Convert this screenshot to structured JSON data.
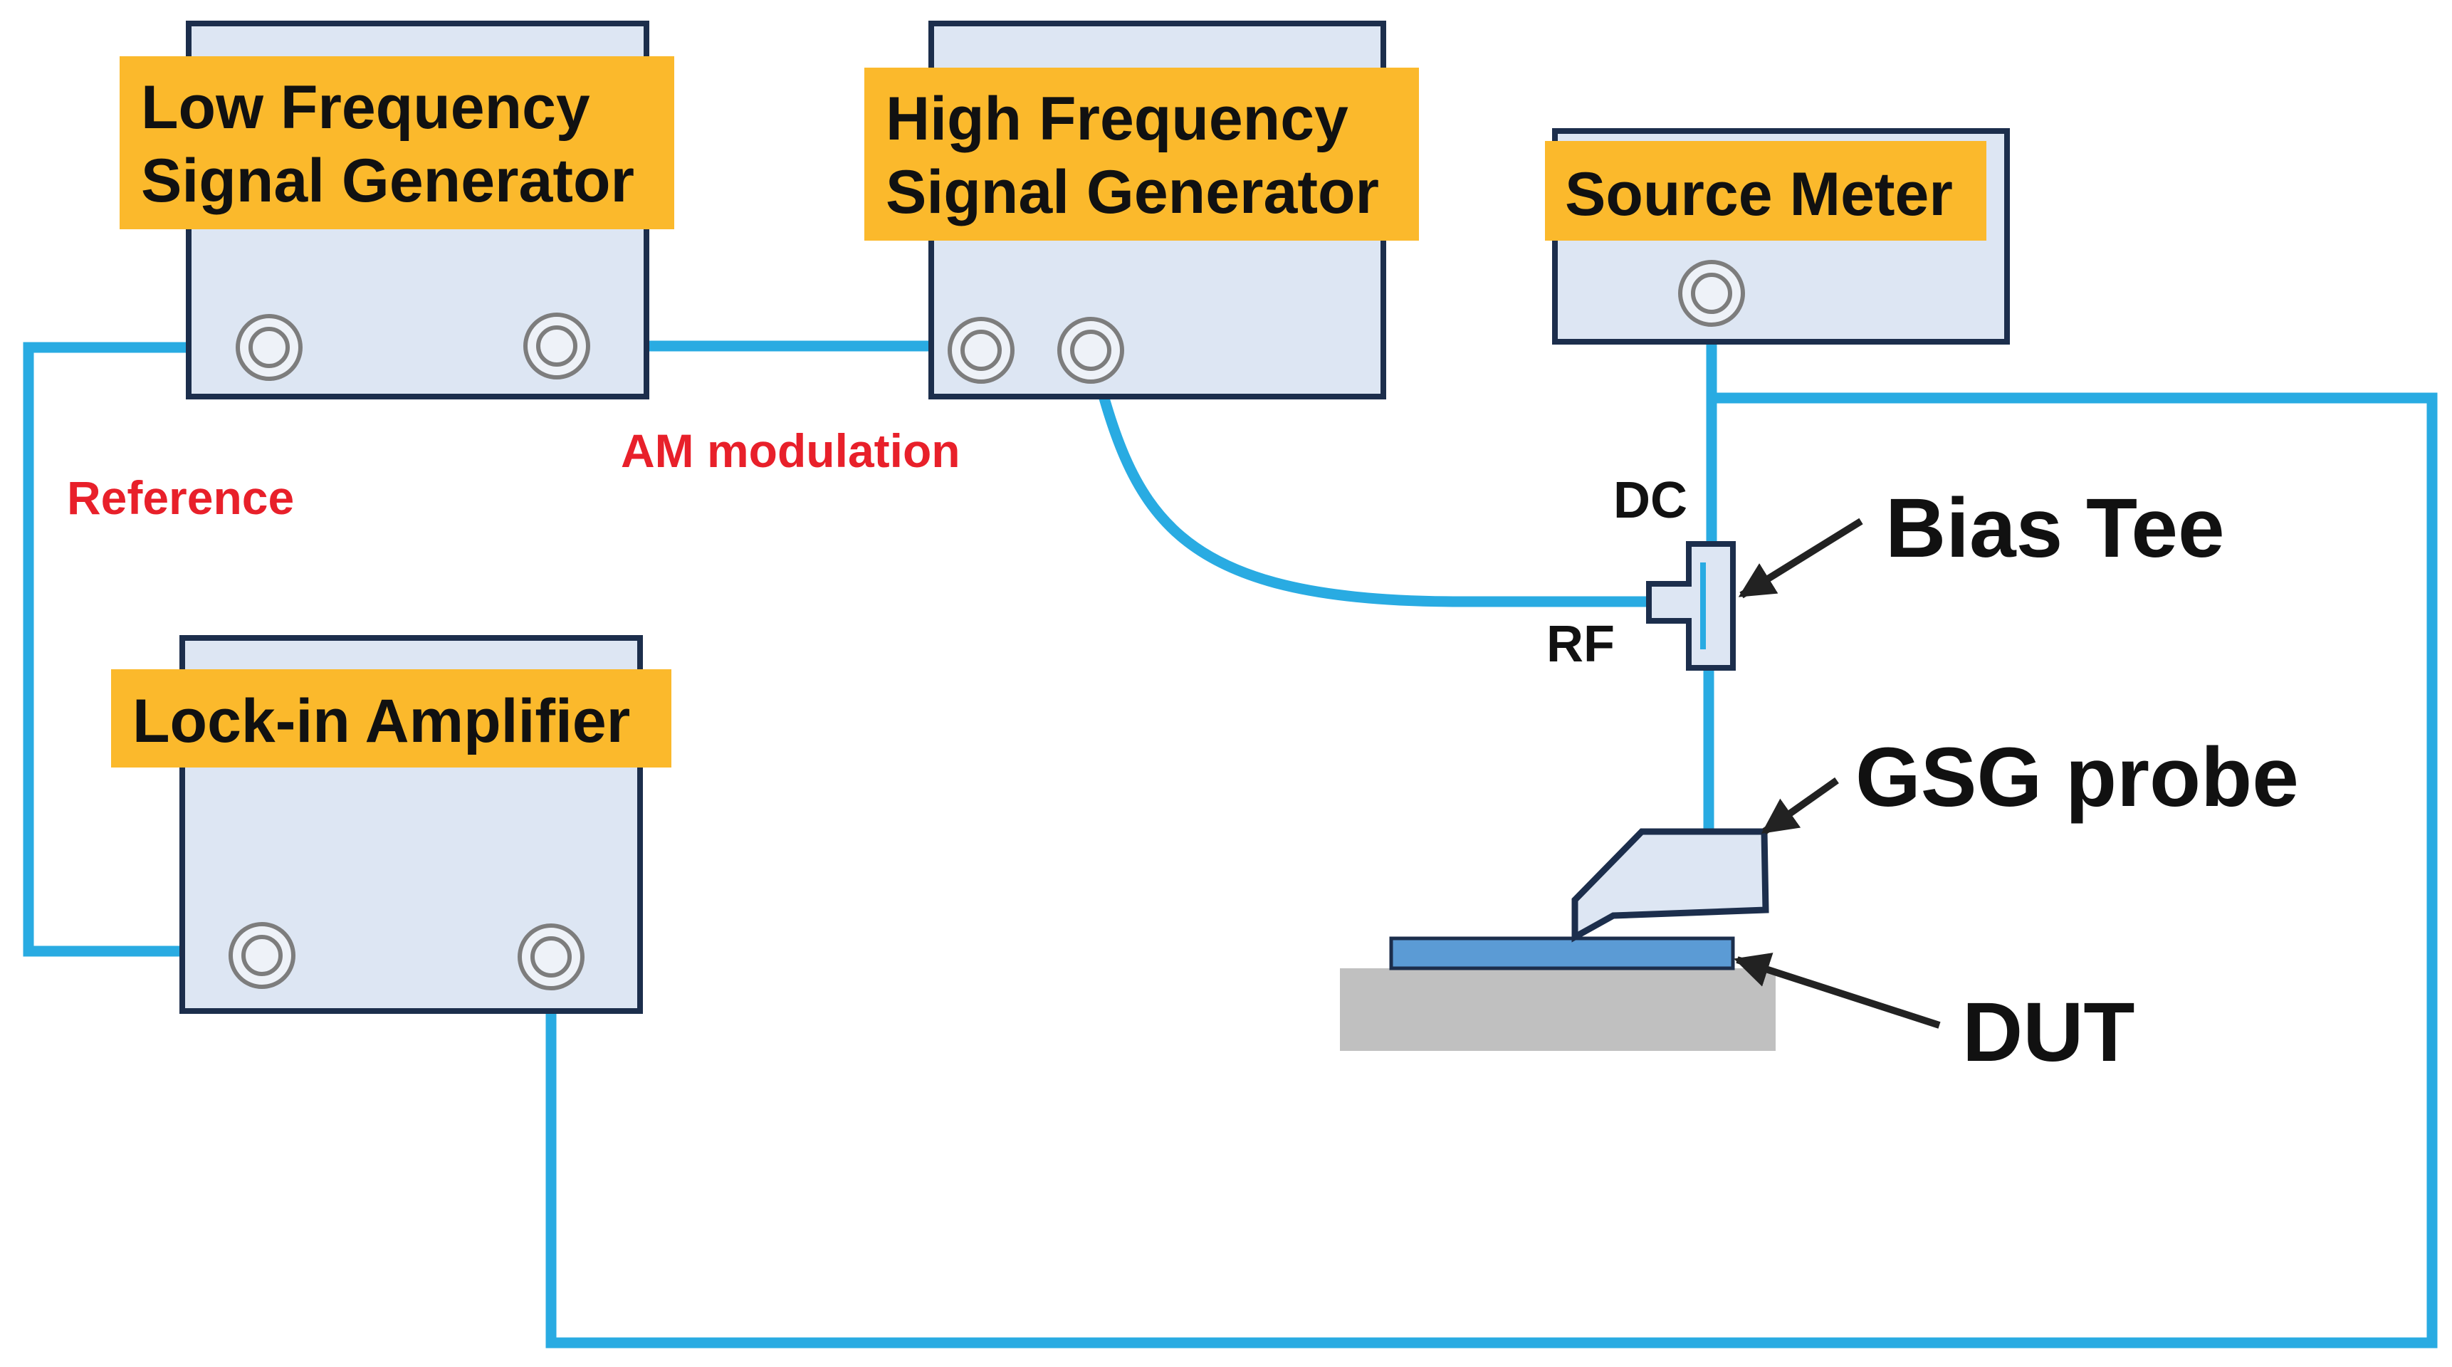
{
  "instruments": {
    "low_freq_gen": {
      "line1": "Low Frequency",
      "line2": "Signal Generator"
    },
    "high_freq_gen": {
      "line1": "High Frequency",
      "line2": "Signal Generator"
    },
    "source_meter": {
      "label": "Source Meter"
    },
    "lockin_amp": {
      "label": "Lock-in Amplifier"
    }
  },
  "signals": {
    "reference": "Reference",
    "am_modulation": "AM modulation"
  },
  "components": {
    "bias_tee": "Bias Tee",
    "dc_port": "DC",
    "rf_port": "RF",
    "gsg_probe": "GSG probe",
    "dut": "DUT"
  },
  "colors": {
    "cable": "#29abe2",
    "instrument_fill": "#dde6f3",
    "instrument_border": "#1c2e4c",
    "label_fill": "#fbb92c",
    "signal_text": "#e8202a",
    "dut_layer": "#5b9bd5",
    "substrate": "#c0c0c0",
    "arrow": "#222222"
  }
}
